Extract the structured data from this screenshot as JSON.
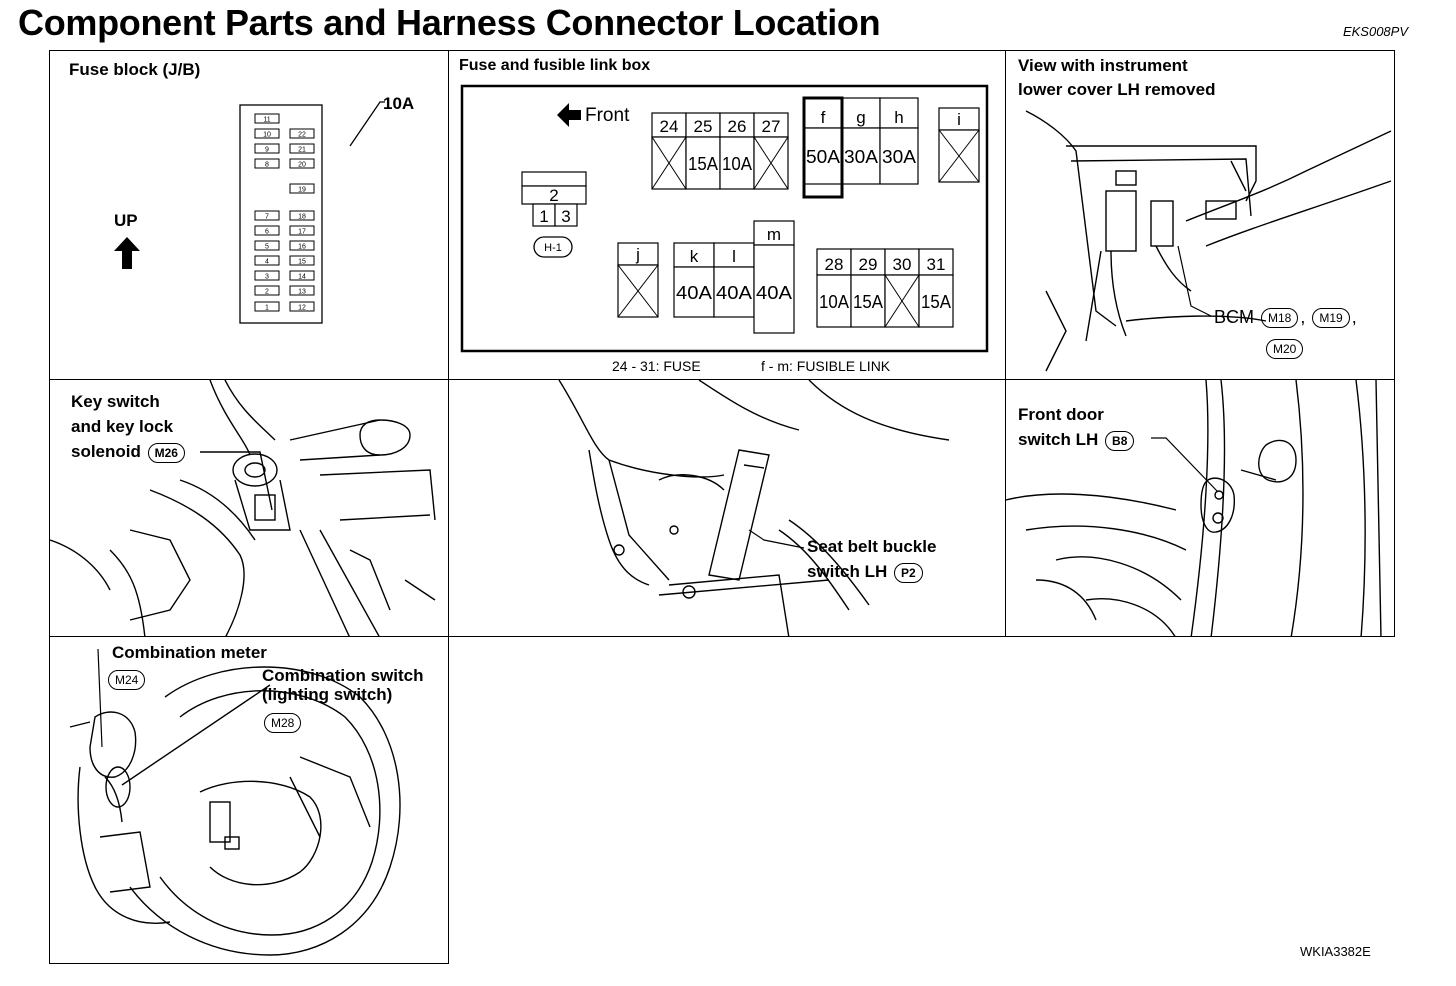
{
  "page": {
    "title": "Component Parts and Harness Connector Location",
    "doc_code": "EKS008PV",
    "figure_code": "WKIA3382E"
  },
  "fuse_block": {
    "title": "Fuse block (J/B)",
    "up_label": "UP",
    "callout": "10A",
    "left_column": [
      "11",
      "10",
      "9",
      "8",
      "7",
      "6",
      "5",
      "4",
      "3",
      "2",
      "1"
    ],
    "right_column": [
      "22",
      "21",
      "20",
      "19",
      "18",
      "17",
      "16",
      "15",
      "14",
      "13",
      "12"
    ]
  },
  "fuse_link_box": {
    "title": "Fuse and fusible link box",
    "front_label": "Front",
    "connector": {
      "top": "2",
      "left": "1",
      "right": "3",
      "id": "H-1"
    },
    "group_a": {
      "labels": [
        "24",
        "25",
        "26",
        "27"
      ],
      "values": [
        "",
        "15A",
        "10A",
        ""
      ]
    },
    "group_b": {
      "labels": [
        "f",
        "g",
        "h"
      ],
      "values": [
        "50A",
        "30A",
        "30A"
      ]
    },
    "slot_i": {
      "label": "i",
      "value": ""
    },
    "slot_j": {
      "label": "j",
      "value": ""
    },
    "group_c": {
      "labels": [
        "k",
        "l",
        "m"
      ],
      "values": [
        "40A",
        "40A",
        "40A"
      ]
    },
    "group_d": {
      "labels": [
        "28",
        "29",
        "30",
        "31"
      ],
      "values": [
        "10A",
        "15A",
        "",
        "15A"
      ]
    },
    "legend_fuse": "24 - 31: FUSE",
    "legend_link": "f - m: FUSIBLE LINK"
  },
  "instrument_view": {
    "title_line1": "View with instrument",
    "title_line2": "lower cover LH removed",
    "bcm_label": "BCM",
    "connectors": [
      "M18",
      "M19",
      "M20"
    ]
  },
  "key_switch": {
    "line1": "Key switch",
    "line2": "and key lock",
    "line3": "solenoid",
    "connector": "M26"
  },
  "seat_belt": {
    "line1": "Seat belt buckle",
    "line2": "switch LH",
    "connector": "P2"
  },
  "front_door": {
    "line1": "Front door",
    "line2": "switch LH",
    "connector": "B8"
  },
  "combination": {
    "meter_label": "Combination meter",
    "meter_connector": "M24",
    "switch_line1": "Combination switch",
    "switch_line2": "(lighting switch)",
    "switch_connector": "M28"
  }
}
